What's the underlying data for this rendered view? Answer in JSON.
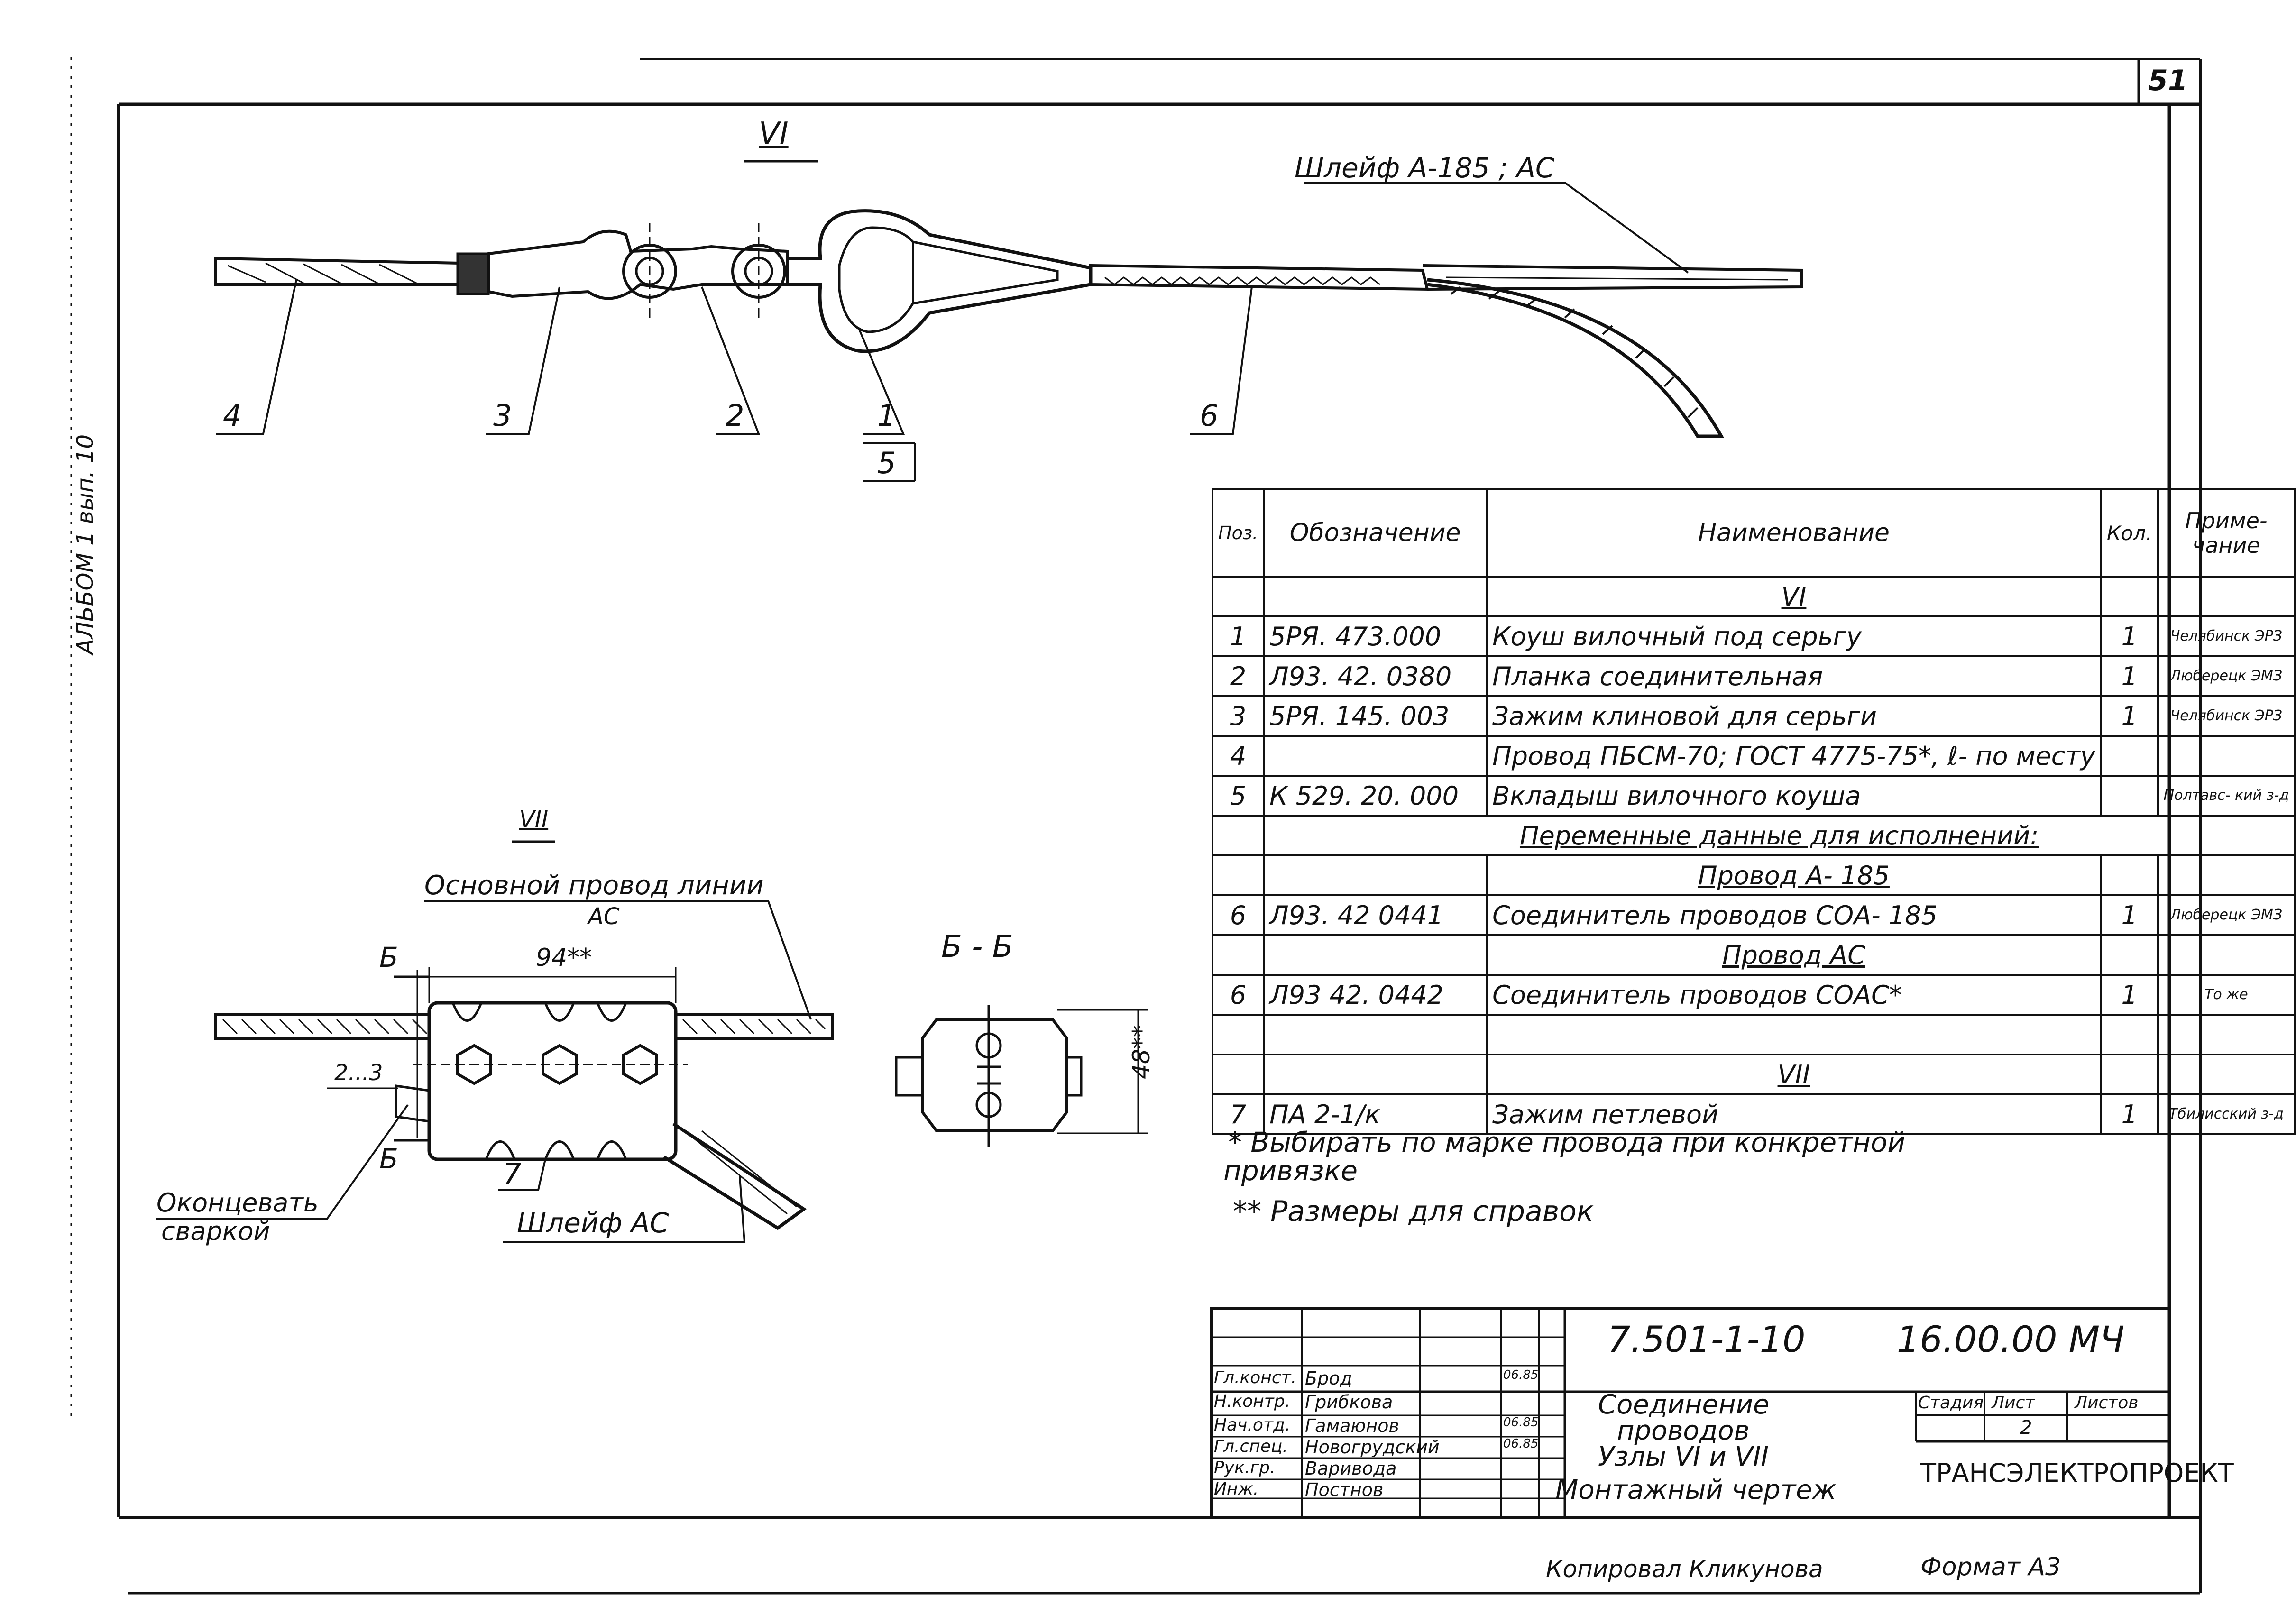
{
  "sheet": {
    "sheet_number": "51",
    "margin_note": "АЛЬБОМ 1 вып. 10"
  },
  "view_vi": {
    "title": "VI",
    "label_loop": "Шлейф А-185 ; АС",
    "callouts": [
      "4",
      "3",
      "2",
      "1",
      "5",
      "6"
    ]
  },
  "view_vii": {
    "title": "VII",
    "label_main": "Основной провод линии",
    "label_main_sub": "АС",
    "dim_length": "94**",
    "dim_gap": "2...3",
    "section_mark": "Б",
    "callout": "7",
    "label_end": "Оконцевать",
    "label_end_sub": "сваркой",
    "label_loop": "Шлейф АС"
  },
  "section_bb": {
    "title": "Б - Б",
    "dim_height": "48**"
  },
  "spec": {
    "headers": {
      "pos": "Поз.",
      "designation": "Обозначение",
      "name": "Наименование",
      "qty": "Кол.",
      "note": "Приме-\nчание"
    },
    "rows": [
      {
        "kind": "group",
        "name": "VI"
      },
      {
        "kind": "item",
        "pos": "1",
        "designation": "5РЯ. 473.000",
        "name": "Коуш вилочный под серьгу",
        "qty": "1",
        "note": "Челябинск ЭРЗ"
      },
      {
        "kind": "item",
        "pos": "2",
        "designation": "Л93. 42. 0380",
        "name": "Планка соединительная",
        "qty": "1",
        "note": "Люберецк ЭМЗ"
      },
      {
        "kind": "item",
        "pos": "3",
        "designation": "5РЯ. 145. 003",
        "name": "Зажим клиновой для серьги",
        "qty": "1",
        "note": "Челябинск ЭРЗ"
      },
      {
        "kind": "item",
        "pos": "4",
        "designation": "",
        "name": "Провод ПБСМ-70; ГОСТ 4775-75*, ℓ- по месту",
        "qty": "",
        "note": ""
      },
      {
        "kind": "item",
        "pos": "5",
        "designation": "К 529. 20. 000",
        "name": "Вкладыш вилочного коуша",
        "qty": "",
        "note": "Полтавс- кий з-д"
      },
      {
        "kind": "wide",
        "name": "Переменные данные для исполнений:"
      },
      {
        "kind": "group",
        "name": "Провод А- 185"
      },
      {
        "kind": "item",
        "pos": "6",
        "designation": "Л93. 42 0441",
        "name": "Соединитель проводов СОА- 185",
        "qty": "1",
        "note": "Люберецк ЭМЗ"
      },
      {
        "kind": "group",
        "name": "Провод АС"
      },
      {
        "kind": "item",
        "pos": "6",
        "designation": "Л93 42. 0442",
        "name": "Соединитель проводов СОАС*",
        "qty": "1",
        "note": "То же"
      },
      {
        "kind": "empty"
      },
      {
        "kind": "group",
        "name": "VII"
      },
      {
        "kind": "item",
        "pos": "7",
        "designation": "ПА 2-1/к",
        "name": "Зажим петлевой",
        "qty": "1",
        "note": "Тбилисский з-д"
      }
    ]
  },
  "notes": {
    "note1_a": "* Выбирать по марке провода при конкретной",
    "note1_b": "привязке",
    "note2": "** Размеры для справок"
  },
  "title_block": {
    "code": "7.501-1-10",
    "code_right": "16.00.00 МЧ",
    "title_lines": [
      "Соединение",
      "проводов",
      "Узлы VI и VII",
      "Монтажный чертеж"
    ],
    "stage_label": "Стадия",
    "sheet_label": "Лист",
    "sheets_label": "Листов",
    "sheet_value": "2",
    "organization": "ТРАНСЭЛЕКТРОПРОЕКТ",
    "roles": [
      {
        "role": "Гл.конст.",
        "name": "Брод",
        "date": "06.85"
      },
      {
        "role": "Н.контр.",
        "name": "Грибкова",
        "date": ""
      },
      {
        "role": "Нач.отд.",
        "name": "Гамаюнов",
        "date": "06.85"
      },
      {
        "role": "Гл.спец.",
        "name": "Новогрудский",
        "date": "06.85"
      },
      {
        "role": "Рук.гр.",
        "name": "Варивода",
        "date": ""
      },
      {
        "role": "Инж.",
        "name": "Постнов",
        "date": ""
      }
    ]
  },
  "footer": {
    "copied_by": "Копировал Кликунова",
    "format": "Формат А3"
  }
}
